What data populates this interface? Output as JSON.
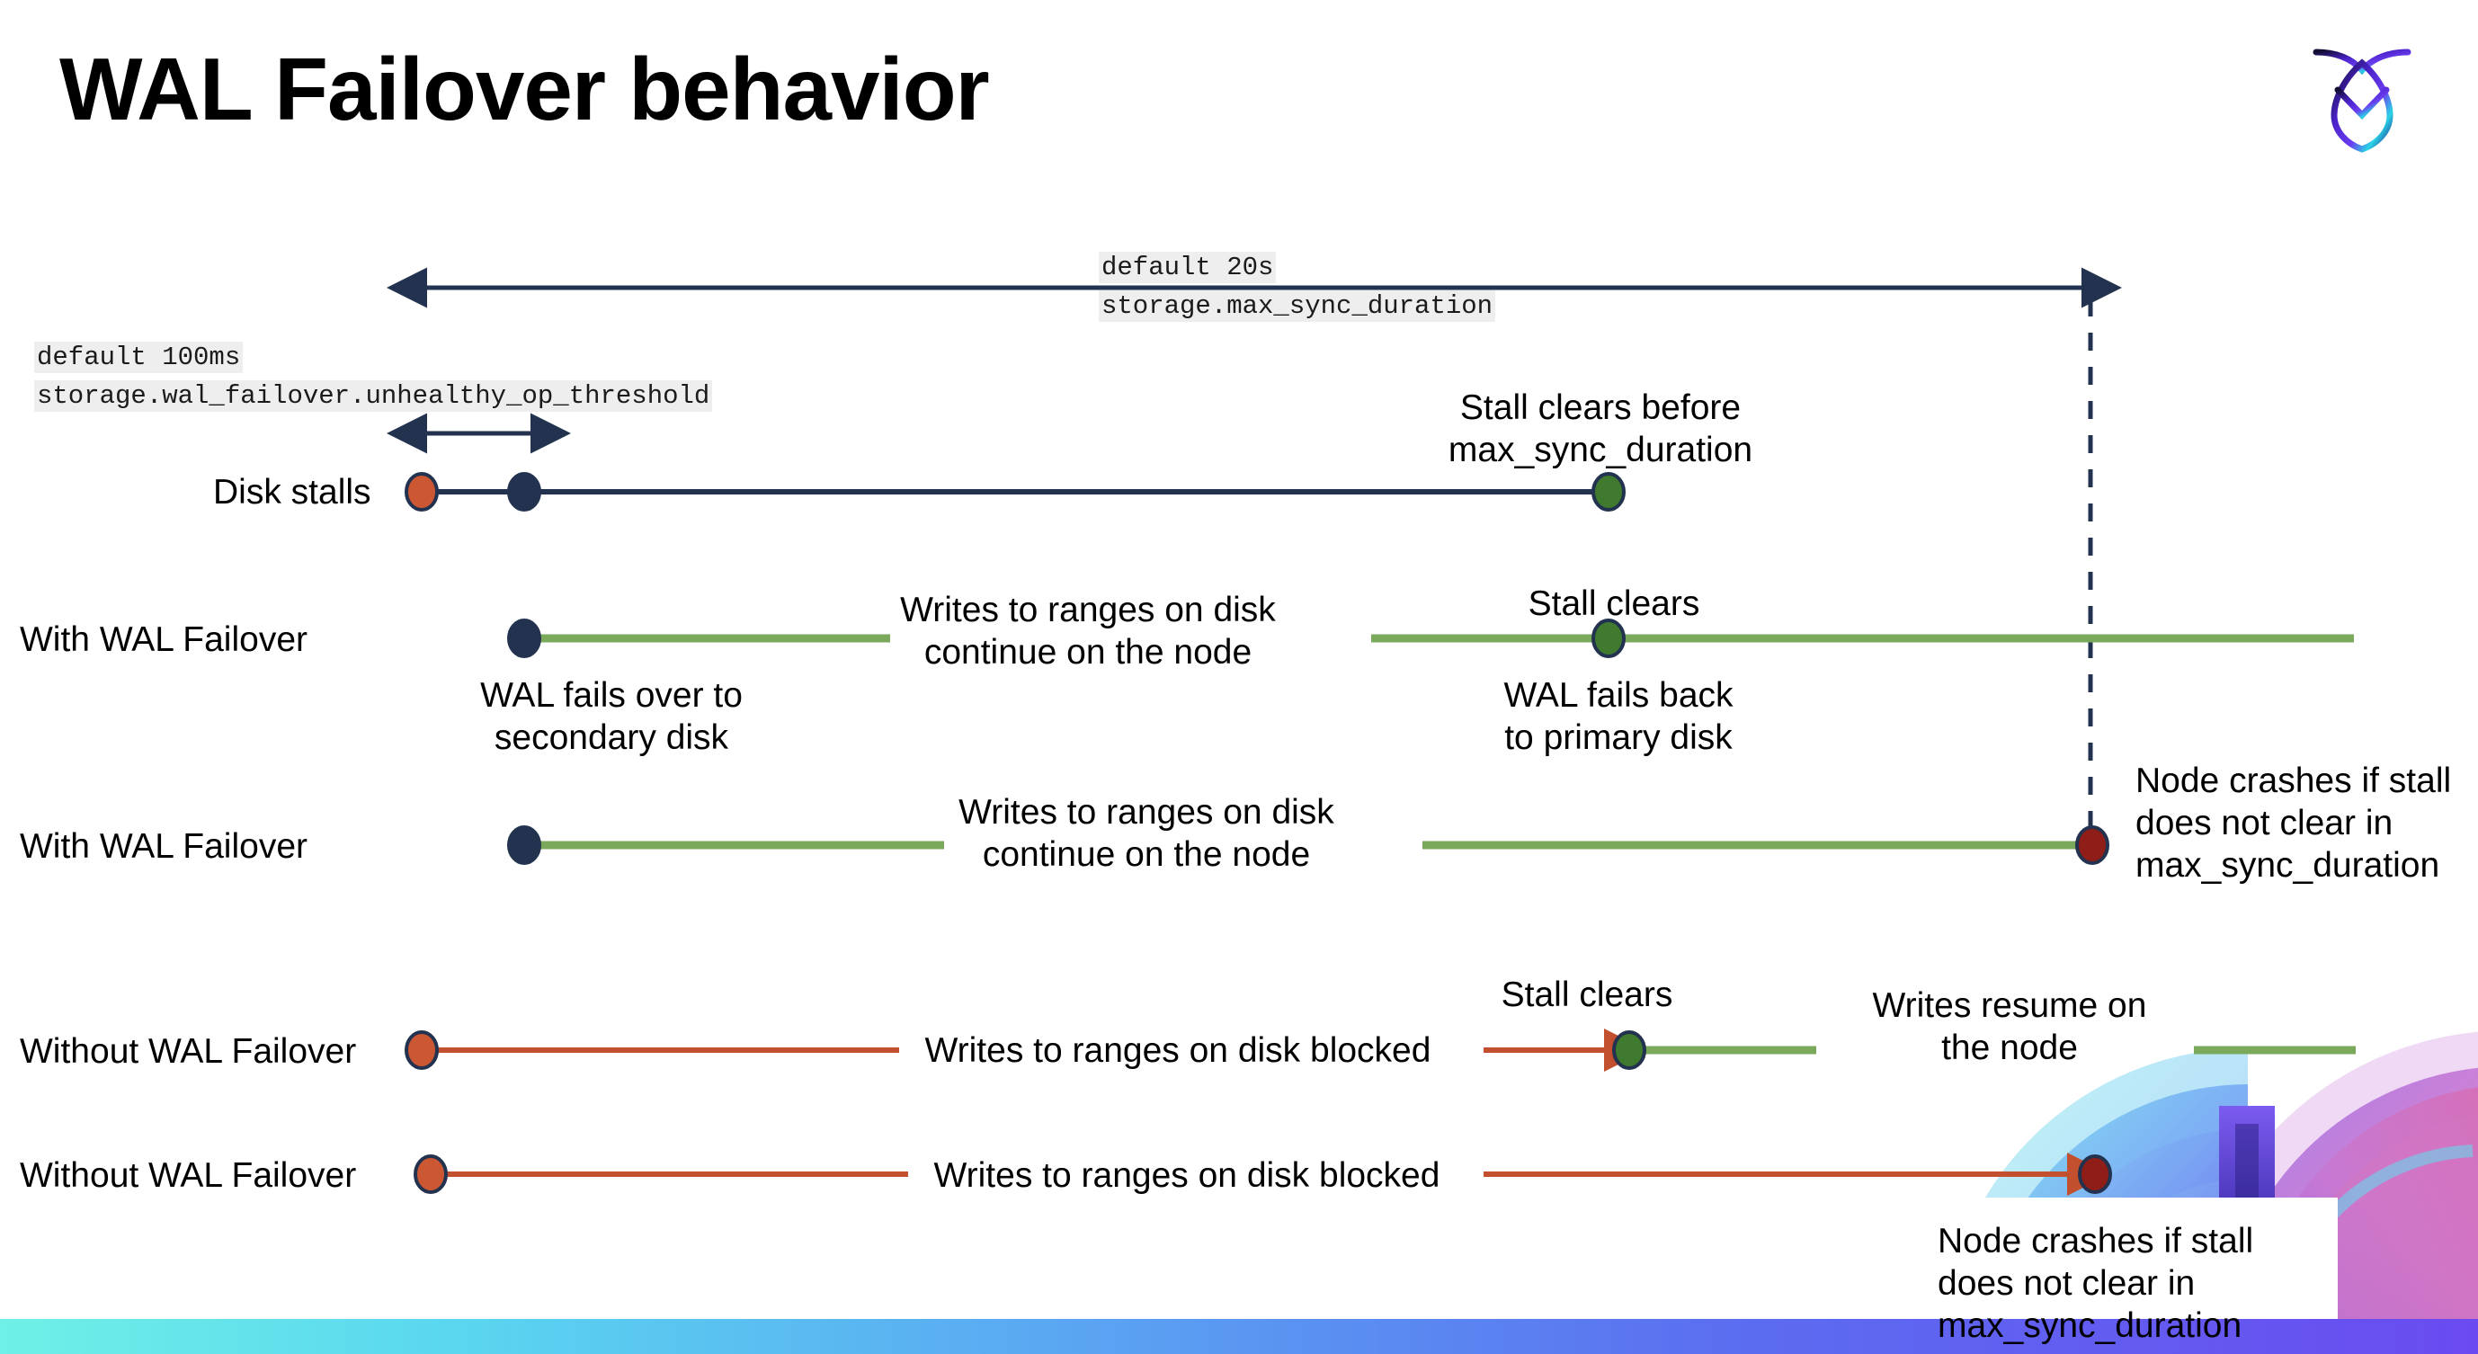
{
  "slide": {
    "title": "WAL Failover behavior",
    "logo_name": "cockroachdb-logo"
  },
  "colors": {
    "navy": "#22324f",
    "green_line": "#7aa95c",
    "green_dot": "#3f7a2e",
    "orange_line": "#c2502f",
    "orange_dot": "#cc5733",
    "red_dot": "#8f1d18",
    "code_bg": "#eeeeee"
  },
  "code_labels": {
    "max_sync_duration": {
      "line1": "default 20s",
      "line2": "storage.max_sync_duration"
    },
    "unhealthy_op_threshold": {
      "line1": "default 100ms",
      "line2": "storage.wal_failover.unhealthy_op_threshold"
    }
  },
  "rows": [
    {
      "id": "disk-stalls",
      "label": "Disk stalls",
      "annotations": [
        {
          "id": "stall-clears-before",
          "text": "Stall clears before\nmax_sync_duration"
        }
      ]
    },
    {
      "id": "with-wal-failover-1",
      "label": "With WAL Failover",
      "annotations": [
        {
          "id": "writes-continue-1",
          "text": "Writes to ranges on disk\ncontinue on the node"
        },
        {
          "id": "stall-clears-1",
          "text": "Stall clears"
        },
        {
          "id": "wal-fails-back",
          "text": "WAL fails  back\nto primary disk"
        },
        {
          "id": "wal-fails-over",
          "text": "WAL fails over to\nsecondary disk"
        }
      ]
    },
    {
      "id": "with-wal-failover-2",
      "label": "With WAL Failover",
      "annotations": [
        {
          "id": "writes-continue-2",
          "text": "Writes to ranges on disk\ncontinue on the node"
        },
        {
          "id": "node-crashes-1",
          "text": "Node crashes if stall\ndoes not clear in\nmax_sync_duration"
        }
      ]
    },
    {
      "id": "without-wal-failover-1",
      "label": "Without WAL Failover",
      "annotations": [
        {
          "id": "writes-blocked-1",
          "text": "Writes to ranges on disk  blocked"
        },
        {
          "id": "stall-clears-2",
          "text": "Stall clears"
        },
        {
          "id": "writes-resume",
          "text": "Writes resume on\nthe node"
        }
      ]
    },
    {
      "id": "without-wal-failover-2",
      "label": "Without WAL Failover",
      "annotations": [
        {
          "id": "writes-blocked-2",
          "text": "Writes to ranges on disk  blocked"
        },
        {
          "id": "node-crashes-2",
          "text": "Node crashes if stall\ndoes not clear in\nmax_sync_duration"
        }
      ]
    }
  ],
  "markers": {
    "orange_dot_name": "stall-start-marker",
    "navy_dot_name": "failover-marker",
    "green_dot_name": "stall-cleared-marker",
    "red_dot_name": "node-crash-marker"
  }
}
